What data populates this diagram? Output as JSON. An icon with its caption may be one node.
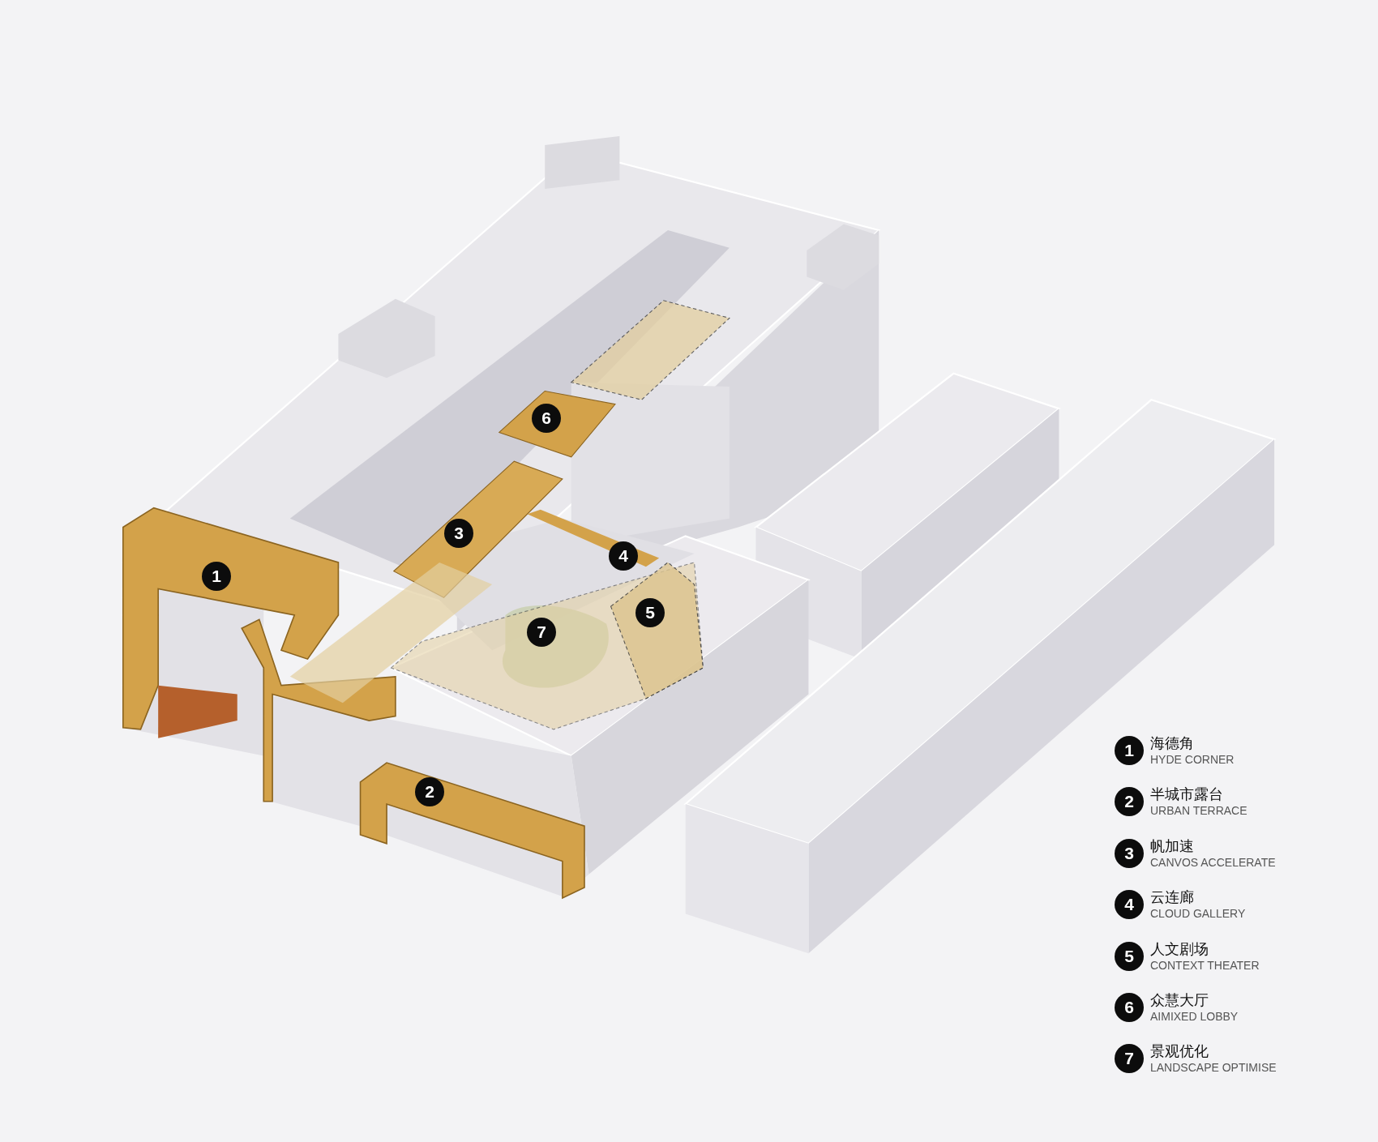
{
  "diagram": {
    "labels": [
      "6",
      "3",
      "1",
      "4",
      "5",
      "7",
      "2",
      "1",
      "海德角",
      "HYDE CORNER",
      "2",
      "半城市露台",
      "URBAN TERRACE",
      "3",
      "帆加速",
      "CANVOS ACCELERATE",
      "4",
      "云连廊",
      "CLOUD GALLERY",
      "5",
      "人文剧场",
      "CONTEXT THEATER",
      "6",
      "众慧大厅",
      "AIMIXED LOBBY",
      "7",
      "景观优化",
      "LANDSCAPE OPTIMISE"
    ]
  }
}
